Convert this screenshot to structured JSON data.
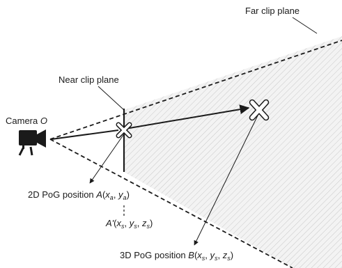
{
  "labels": {
    "far_clip_plane": "Far clip plane",
    "near_clip_plane": "Near clip plane",
    "camera": {
      "prefix": "Camera ",
      "name": "O"
    },
    "pog_2d": {
      "prefix": "2D PoG position ",
      "point": "A",
      "x": "x",
      "x_sub": "a",
      "y": "y",
      "y_sub": "a"
    },
    "pog_2d_prime": {
      "point": "A'",
      "x": "x",
      "x_sub": "s",
      "y": "y",
      "y_sub": "s",
      "z": "z",
      "z_sub": "s"
    },
    "pog_3d": {
      "prefix": "3D PoG position ",
      "point": "B",
      "x": "x",
      "x_sub": "s",
      "y": "y",
      "y_sub": "s",
      "z": "z",
      "z_sub": "s"
    }
  },
  "icons": {
    "camera": "video-camera-icon",
    "marker_2d": "cross-marker-icon",
    "marker_3d": "cross-marker-icon"
  },
  "colors": {
    "stroke": "#1a1a1a",
    "hatch": "#c9c9c9",
    "frustum_fill": "#f3f3f3"
  }
}
